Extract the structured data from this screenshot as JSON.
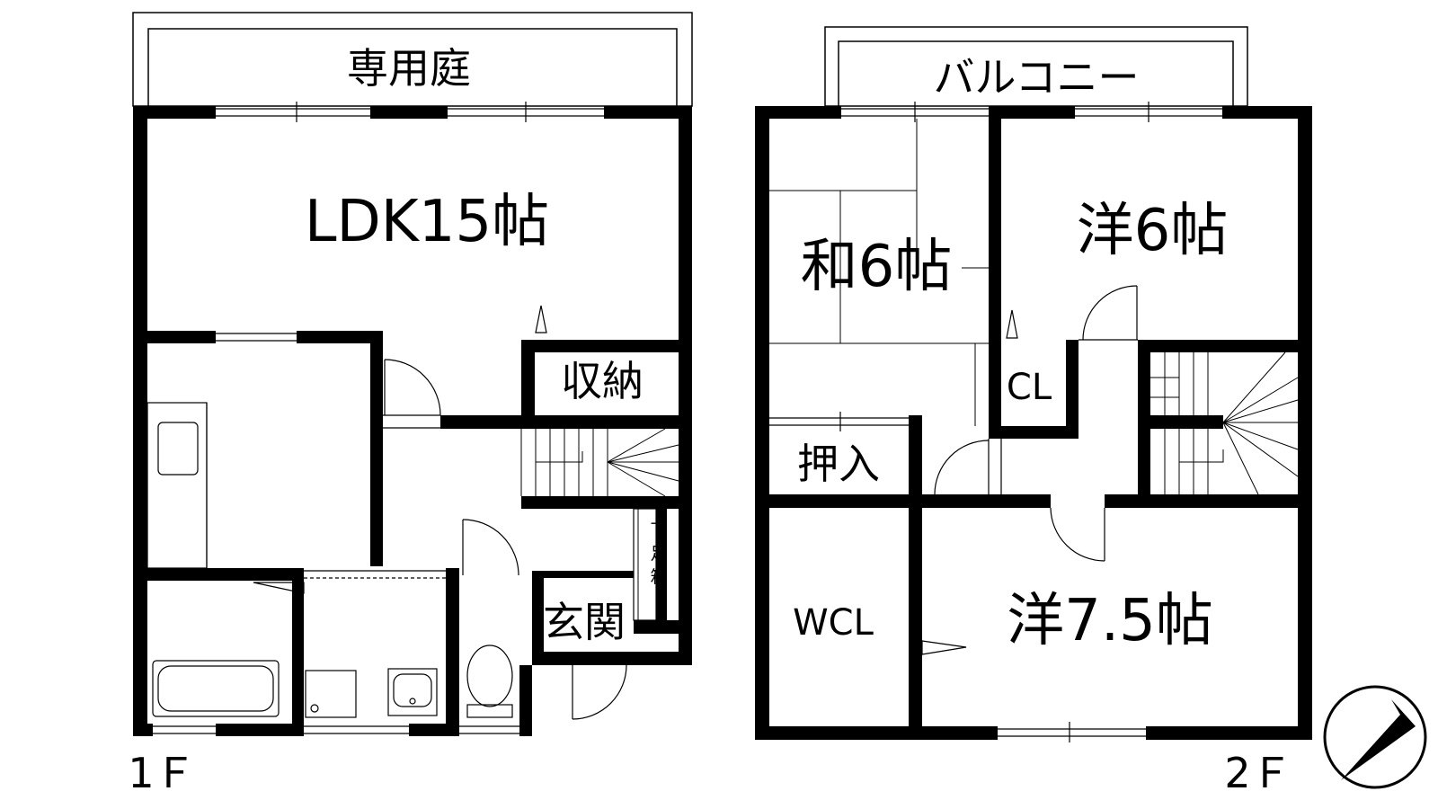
{
  "floor1": {
    "label": "1Ｆ",
    "garden": "専用庭",
    "ldk": "LDK15帖",
    "storage": "収納",
    "entrance": "玄関",
    "shoe_box_top": "下",
    "shoe_box_mid": "足",
    "shoe_box_bot": "箱"
  },
  "floor2": {
    "label": "2Ｆ",
    "balcony": "バルコニー",
    "japanese_room": "和6帖",
    "western_room_a": "洋6帖",
    "closet": "CL",
    "oshiire": "押入",
    "wcl": "WCL",
    "western_room_b": "洋7.5帖"
  },
  "compass": {
    "icon": "north-arrow-icon"
  },
  "colors": {
    "wall": "#000000",
    "background": "#ffffff"
  }
}
